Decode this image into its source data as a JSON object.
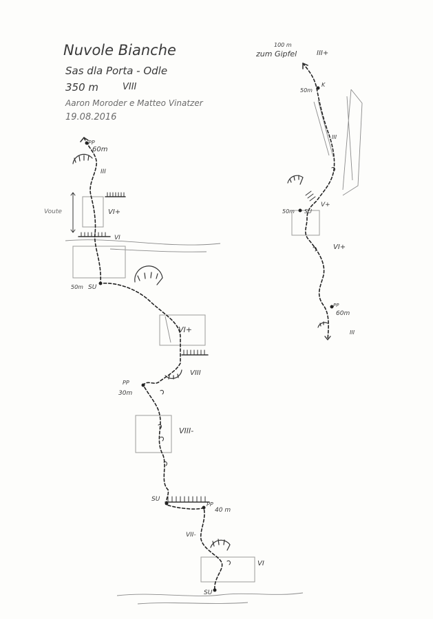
{
  "header": {
    "title": "Nuvole Bianche",
    "location": "Sas dla Porta - Odle",
    "length": "350 m",
    "grade": "VIII",
    "authors": "Aaron Moroder e Matteo Vinatzer",
    "date": "19.08.2016"
  },
  "topo_left": {
    "top_pp_length": "60m",
    "top_pitch_grade": "III",
    "volute_label": "Voute",
    "box_grade_upper": "VI+",
    "overhang_grade": "VI",
    "belay_label_1": "SU",
    "belay_length_1": "50m",
    "box_grade_middle": "VI+",
    "crux_grade": "VIII",
    "pp_label_2": "PP",
    "pp_length_2": "30m",
    "box_grade_lower": "VIII-",
    "belay_label_2": "SU",
    "pp_label_3": "PP",
    "pp_length_3": "40 m",
    "pitch_grade_low": "VII-",
    "box_grade_base": "VI",
    "start_label": "SU",
    "pp_label_top": "PP"
  },
  "topo_right": {
    "summit_distance": "100 m",
    "summit_text": "zum Gipfel",
    "summit_grade": "III+",
    "belay_length_top": "50m",
    "belay_mark_top": "K",
    "pitch_grade_upper": "III",
    "grade_v_plus": "V+",
    "belay_length_su": "50m",
    "belay_label_su": "SU",
    "pitch_grade_mid": "VI+",
    "pp_label": "PP",
    "pp_length": "60m",
    "pitch_grade_low": "III"
  }
}
